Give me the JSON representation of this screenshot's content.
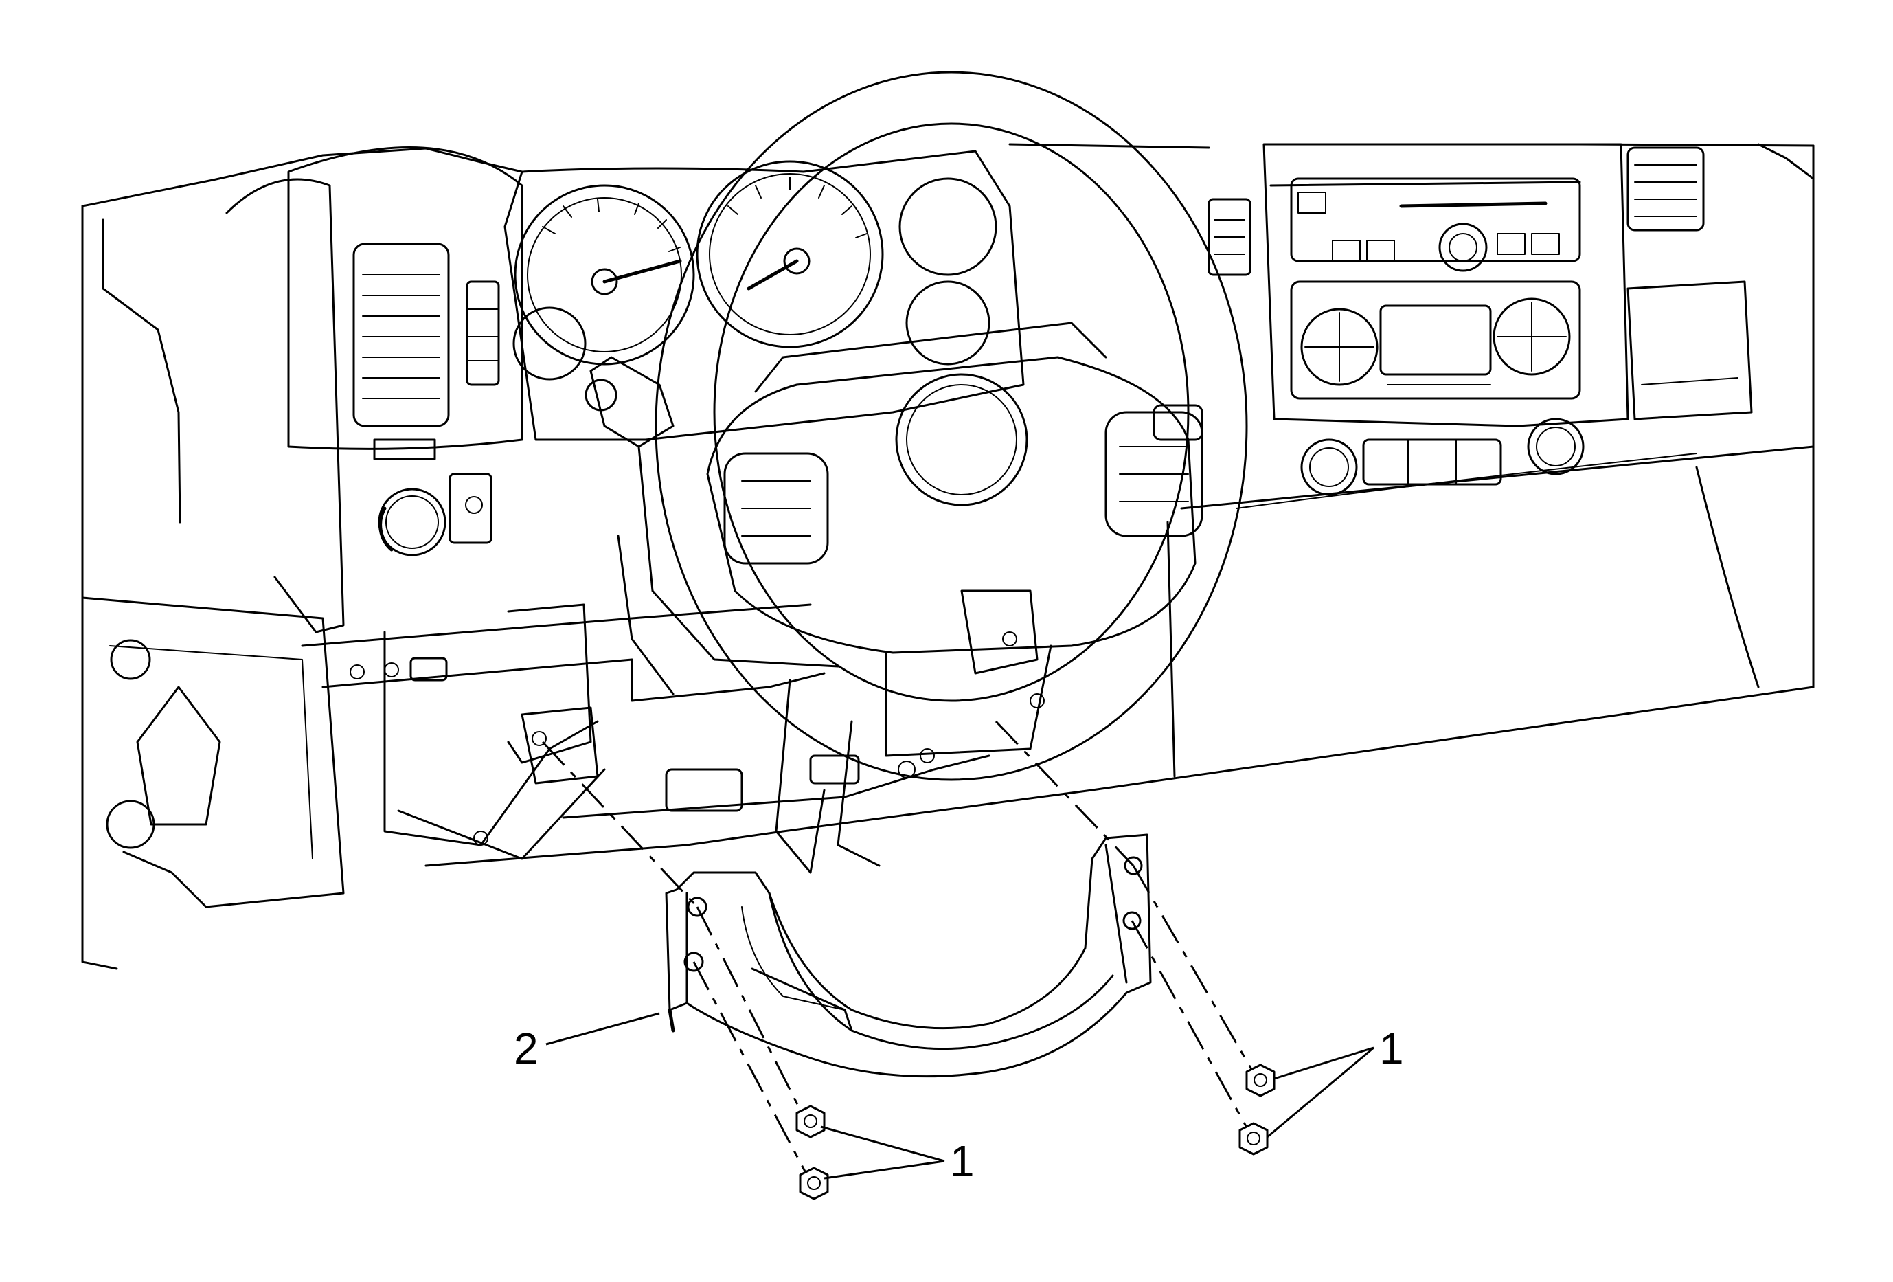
{
  "callouts": {
    "nut_label_left": "1",
    "nut_label_right": "1",
    "bracket_label": "2"
  }
}
